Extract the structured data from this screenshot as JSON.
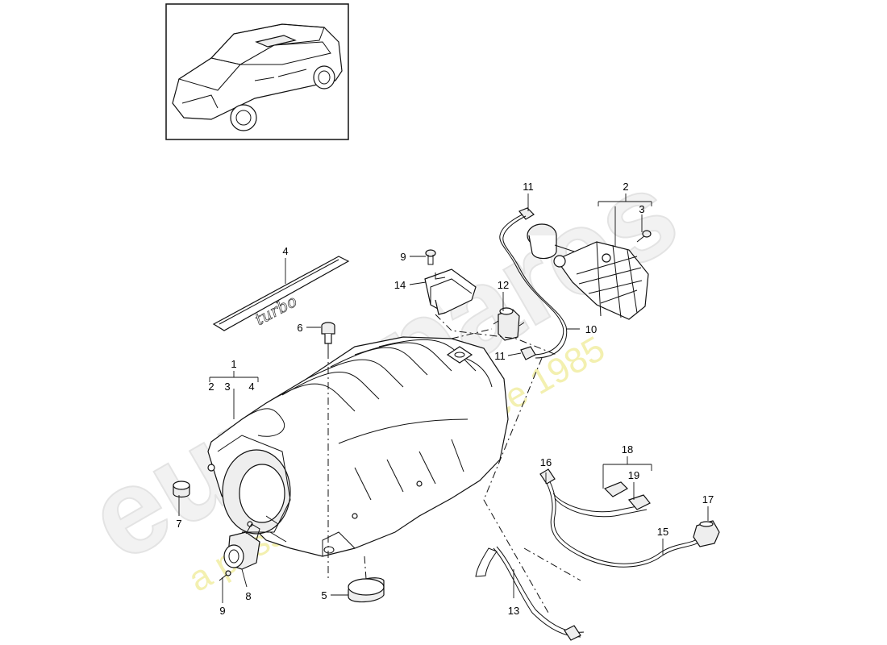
{
  "watermark": {
    "brand": "eurospares",
    "tagline": "a passion for parts since 1985"
  },
  "part_label": "turbo",
  "callouts": {
    "c1": "1",
    "c2_under1": "2",
    "c3_under1": "3",
    "c4_under1": "4",
    "c4": "4",
    "c6": "6",
    "c7": "7",
    "c8": "8",
    "c9_bottom": "9",
    "c5": "5",
    "c9_top": "9",
    "c14": "14",
    "c12": "12",
    "c11_top": "11",
    "c11_mid": "11",
    "c10": "10",
    "c2": "2",
    "c3": "3",
    "c18": "18",
    "c19": "19",
    "c16": "16",
    "c17": "17",
    "c15": "15",
    "c13": "13"
  },
  "icons": {
    "vehicle": "suv-thumbnail-icon"
  }
}
